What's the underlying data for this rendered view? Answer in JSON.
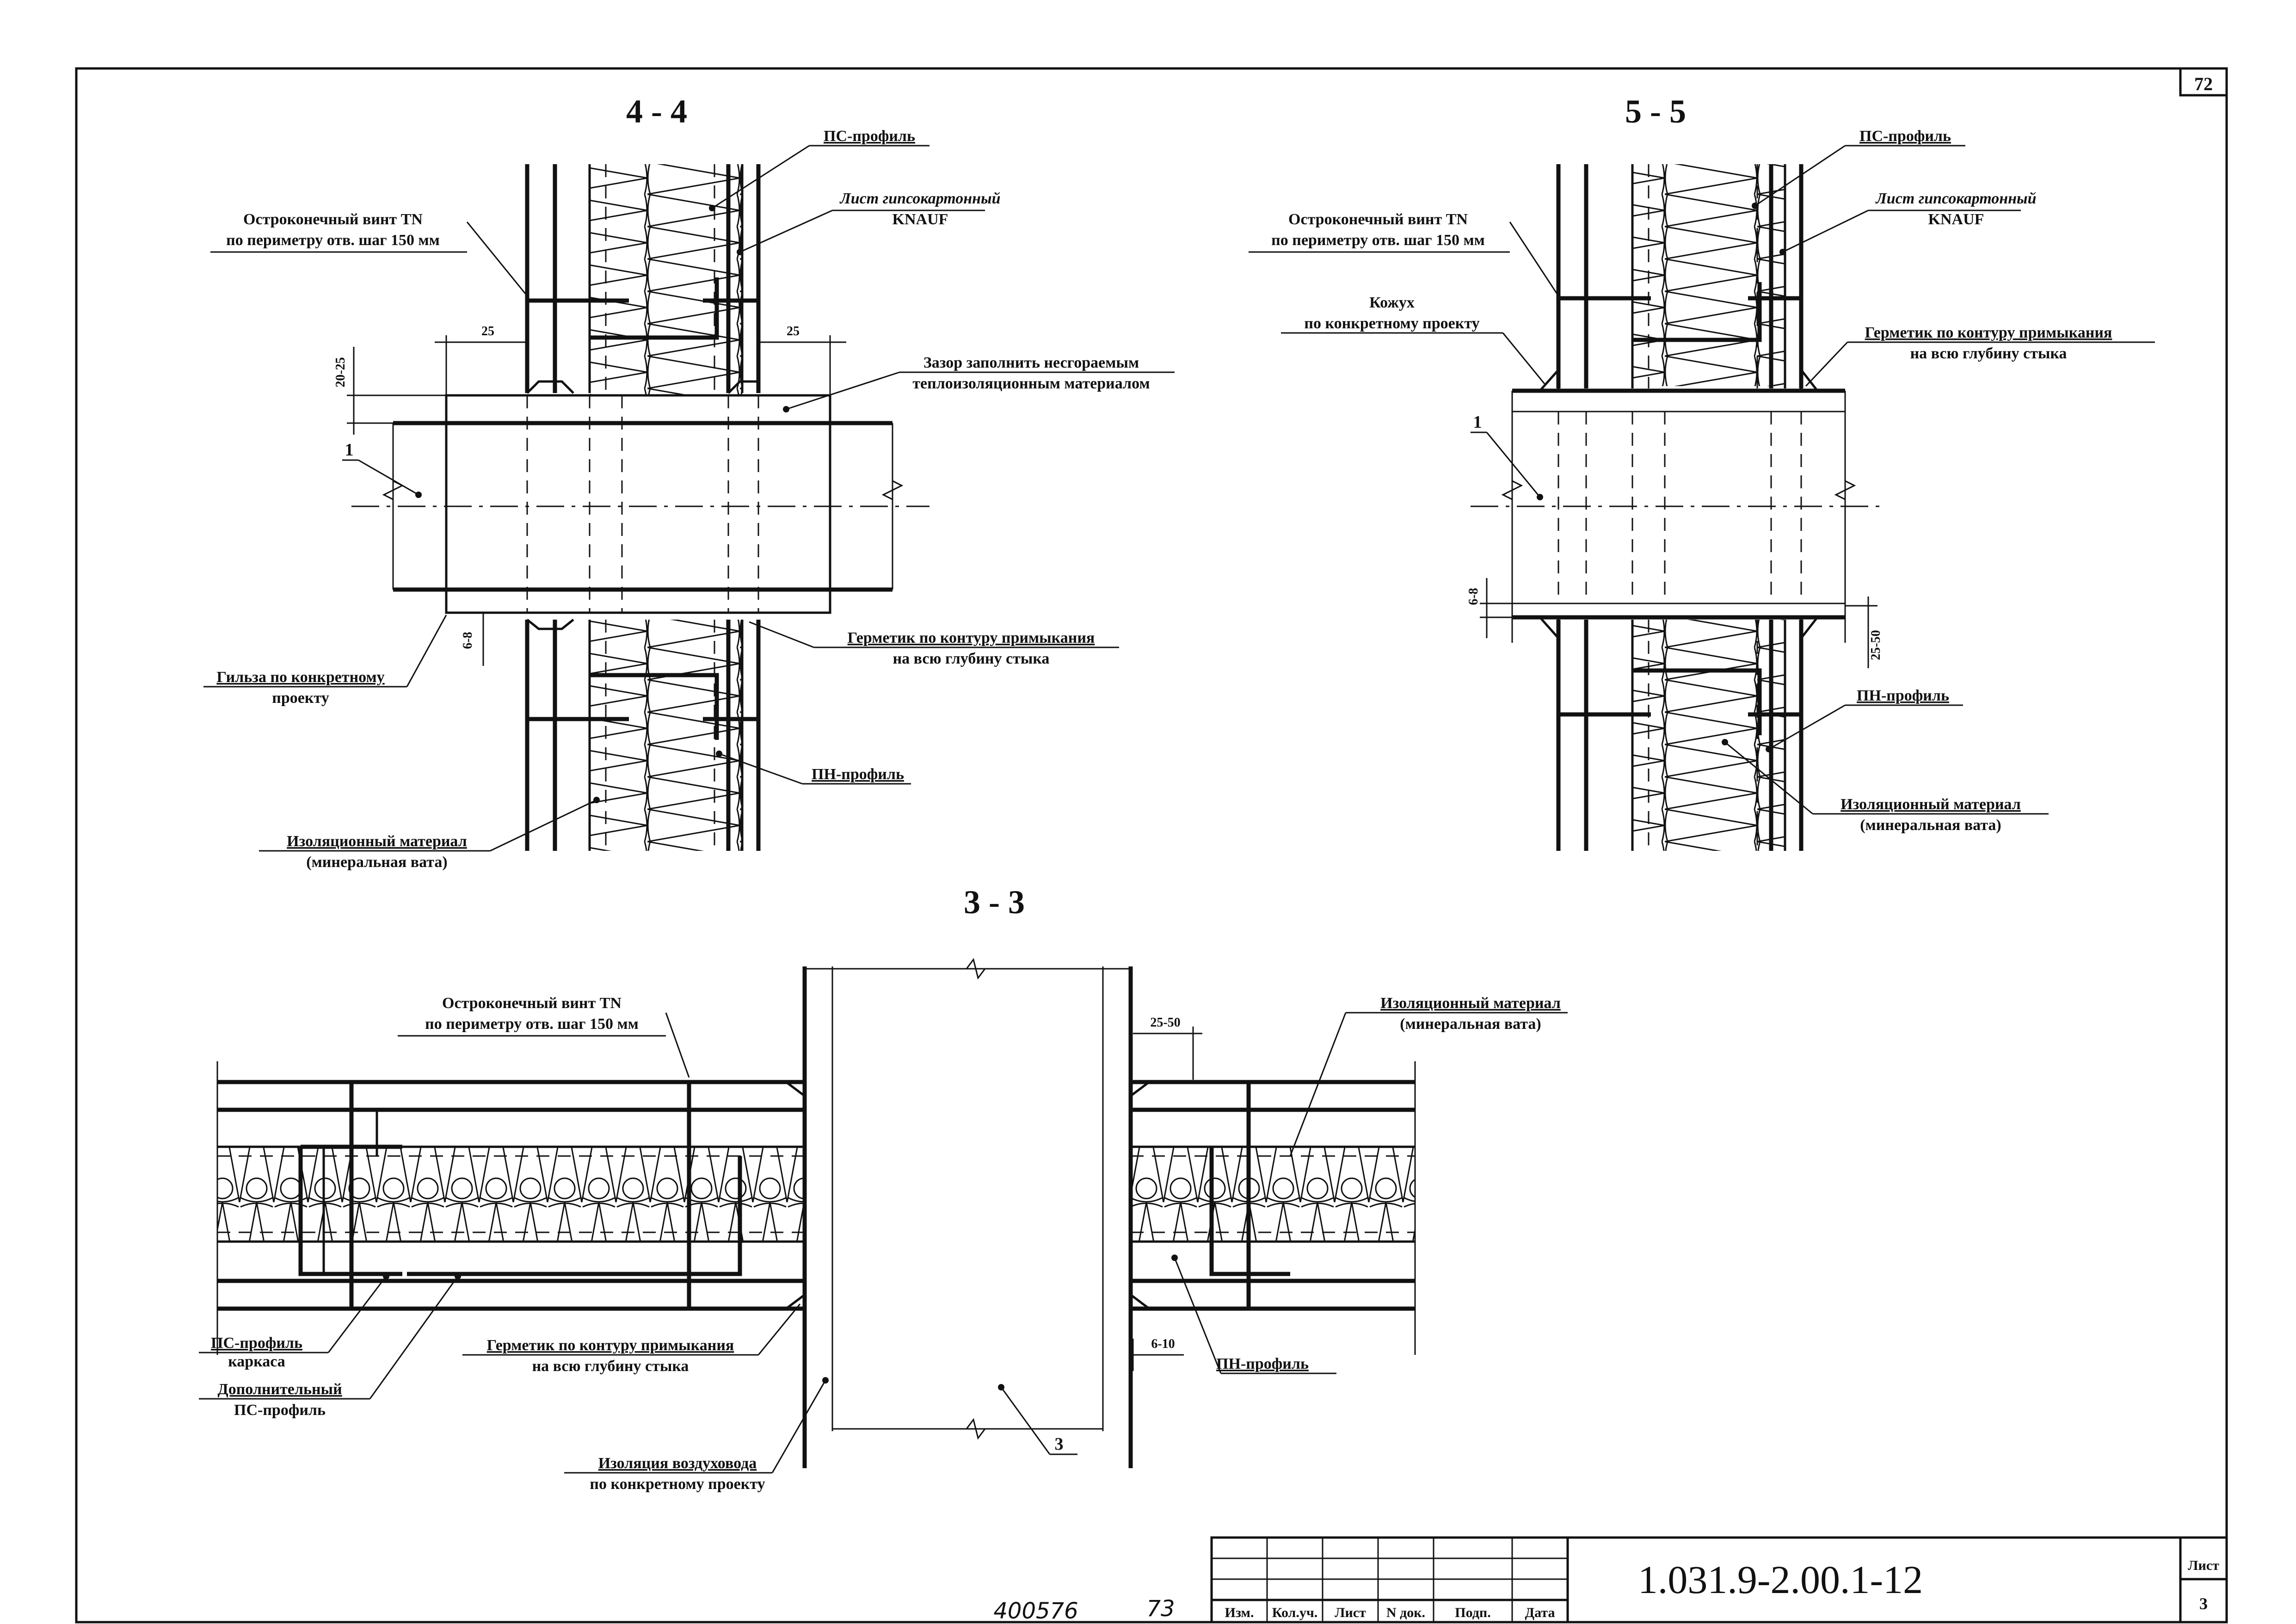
{
  "sheet": {
    "corner_number": "72",
    "handwritten_left": "400576",
    "handwritten_right": "73"
  },
  "sections": {
    "s44": {
      "title": "4 - 4",
      "ps_profile": "ПС-профиль",
      "gkl_line1": "Лист гипсокартонный",
      "gkl_line2": "KNAUF",
      "screw_line1": "Остроконечный  винт TN",
      "screw_line2": "по периметру отв. шаг 150 мм",
      "gap_line1": "Зазор заполнить несгораемым",
      "gap_line2": "теплоизоляционным материалом",
      "sleeve_line1": "Гильза по конкретному",
      "sleeve_line2": "проекту",
      "sealant_line1": "Герметик по контуру примыкания",
      "sealant_line2": "на всю глубину стыка",
      "pn_profile": "ПН-профиль",
      "insul_line1": "Изоляционный материал",
      "insul_line2": "(минеральная вата)",
      "dim_left": "25",
      "dim_right": "25",
      "dim_vert": "20-25",
      "dim_small": "6-8",
      "marker": "1"
    },
    "s55": {
      "title": "5 - 5",
      "ps_profile": "ПС-профиль",
      "gkl_line1": "Лист гипсокартонный",
      "gkl_line2": "KNAUF",
      "screw_line1": "Остроконечный  винт TN",
      "screw_line2": "по периметру отв. шаг 150 мм",
      "casing_line1": "Кожух",
      "casing_line2": "по конкретному проекту",
      "sealant_line1": "Герметик по контуру примыкания",
      "sealant_line2": "на всю глубину стыка",
      "pn_profile": "ПН-профиль",
      "insul_line1": "Изоляционный материал",
      "insul_line2": "(минеральная вата)",
      "dim_small": "6-8",
      "dim_side": "25-50",
      "marker": "1"
    },
    "s33": {
      "title": "3 - 3",
      "screw_line1": "Остроконечный  винт TN",
      "screw_line2": "по периметру отв. шаг 150 мм",
      "insul_line1": "Изоляционный материал",
      "insul_line2": "(минеральная вата)",
      "ps_frame_line1": "ПС-профиль",
      "ps_frame_line2": "каркаса",
      "extra_line1": "Дополнительный",
      "extra_line2": "ПС-профиль",
      "sealant_line1": "Герметик по контуру примыкания",
      "sealant_line2": "на всю глубину стыка",
      "duct_line1": "Изоляция воздуховода",
      "duct_line2": "по конкретному проекту",
      "pn_profile": "ПН-профиль",
      "dim_top": "25-50",
      "dim_bottom": "6-10",
      "marker": "3"
    }
  },
  "title_block": {
    "code": "1.031.9-2.00.1-12",
    "sheet_label": "Лист",
    "sheet_number": "3",
    "col_izm": "Изм.",
    "col_koluch": "Кол.уч.",
    "col_list": "Лист",
    "col_ndok": "N док.",
    "col_podp": "Подп.",
    "col_data": "Дата"
  }
}
